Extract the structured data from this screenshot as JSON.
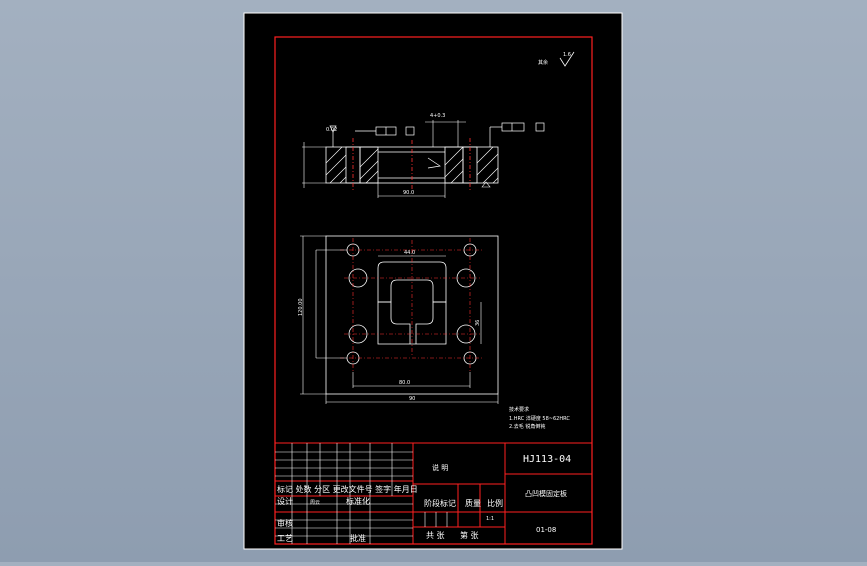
{
  "drawing": {
    "roughness_note": "其余",
    "roughness_value": "1.6",
    "top_dim": "4+0.3",
    "flat_note": "0.02",
    "section_dim": "90.0",
    "plan_top_dim": "44.0",
    "plan_side_dim": "120.00",
    "plan_right_dim": "36",
    "plan_bottom_dim": "80.0",
    "plan_overall_dim": "90"
  },
  "tech_notes": {
    "heading": "技术要求",
    "line1": "1.HRC 淬硬度 58~62HRC",
    "line2": "2.去毛 锐角倒钝"
  },
  "title_block": {
    "drawing_no": "HJ113-04",
    "part_name": "凸凹模固定板",
    "material": "01-08",
    "notes_label": "说   明",
    "row_revision": "标记 处数 分区 更改文件号 签字 年月日",
    "designer_label": "设计",
    "designer_name": "周云",
    "standardize_label": "标准化",
    "stage_label": "阶段标记",
    "weight_label": "质量",
    "scale_label": "比例",
    "scale_value": "1:1",
    "review_label": "审核",
    "process_label": "工艺",
    "approve_label": "批准",
    "sheets_label": "共 张",
    "sheet_label": "第 张"
  }
}
